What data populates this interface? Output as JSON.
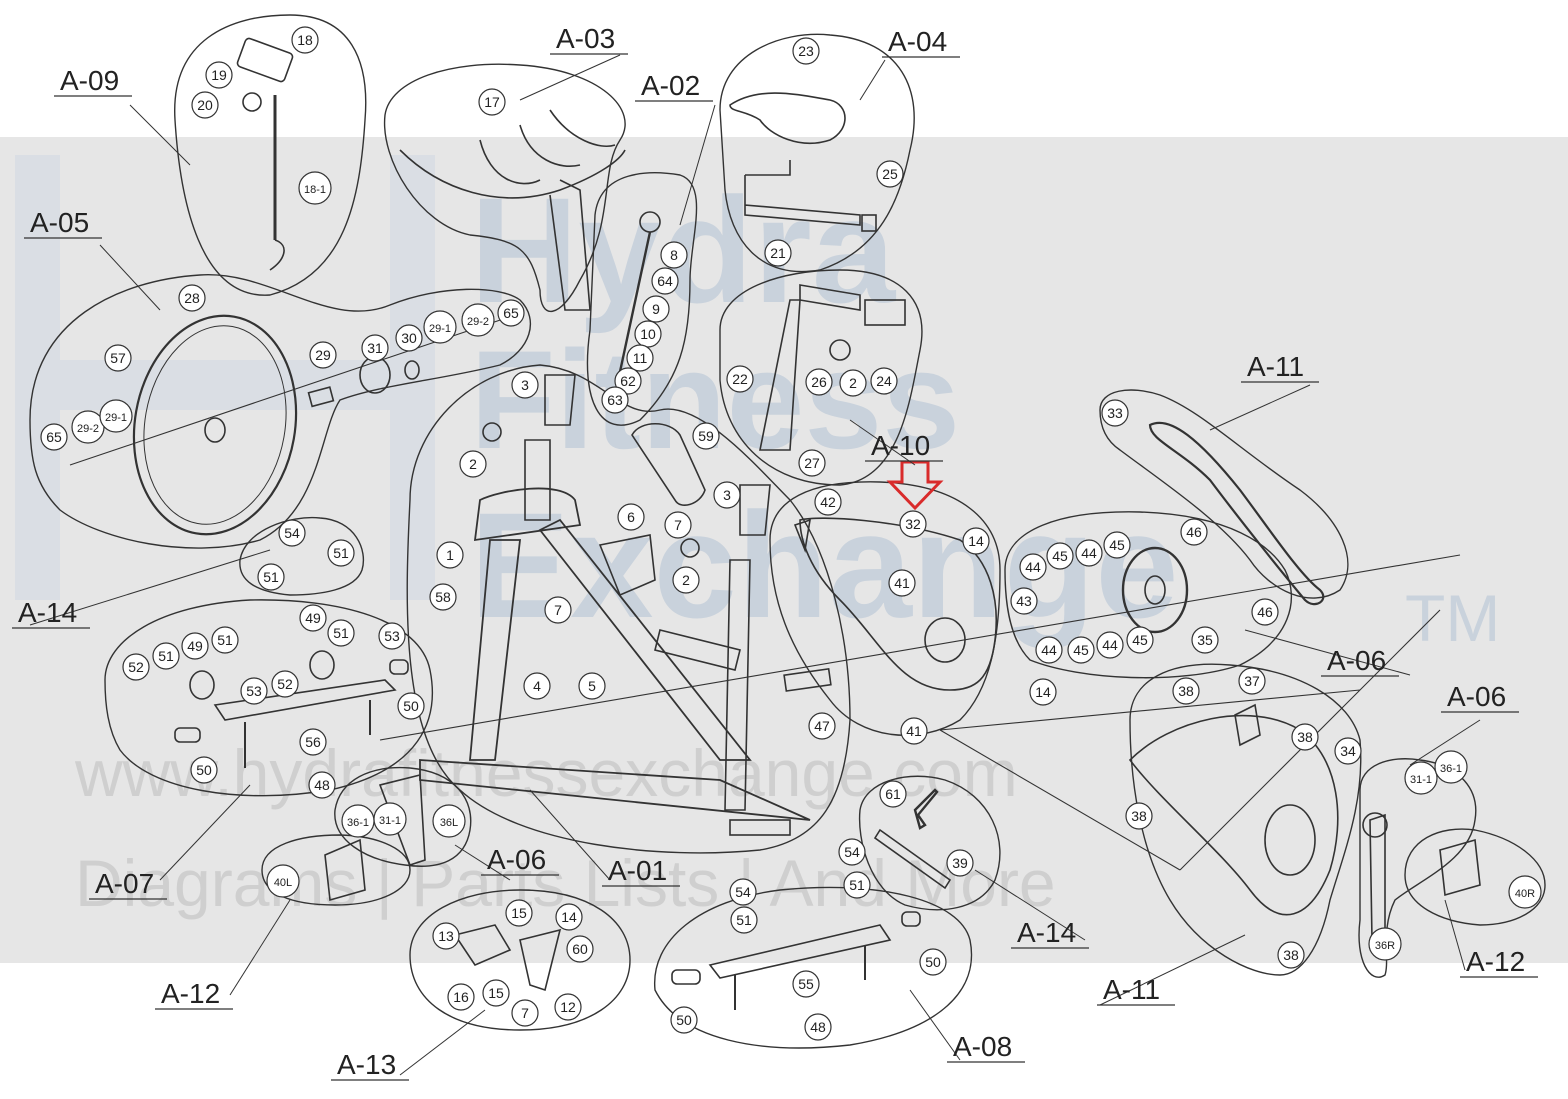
{
  "watermark": {
    "line1": "Hydra",
    "line2": "Fitness",
    "line3": "Exchange",
    "tm": "TM",
    "url": "www.hydrafitnessexchange.com",
    "tagline": "Diagrams | Parts Lists | And More"
  },
  "groups": [
    {
      "label": "A-01"
    },
    {
      "label": "A-02"
    },
    {
      "label": "A-03"
    },
    {
      "label": "A-04"
    },
    {
      "label": "A-05"
    },
    {
      "label": "A-06"
    },
    {
      "label": "A-06"
    },
    {
      "label": "A-06"
    },
    {
      "label": "A-07"
    },
    {
      "label": "A-08"
    },
    {
      "label": "A-09"
    },
    {
      "label": "A-10"
    },
    {
      "label": "A-11"
    },
    {
      "label": "A-11"
    },
    {
      "label": "A-12"
    },
    {
      "label": "A-12"
    },
    {
      "label": "A-13"
    },
    {
      "label": "A-14"
    },
    {
      "label": "A-14"
    }
  ],
  "callouts": [
    "18",
    "19",
    "20",
    "18-1",
    "17",
    "23",
    "25",
    "21",
    "28",
    "57",
    "29",
    "31",
    "30",
    "29-1",
    "29-2",
    "65",
    "29-2",
    "29-1",
    "65",
    "8",
    "64",
    "9",
    "10",
    "11",
    "62",
    "63",
    "22",
    "26",
    "2",
    "24",
    "27",
    "3",
    "2",
    "59",
    "3",
    "6",
    "7",
    "2",
    "1",
    "58",
    "7",
    "4",
    "5",
    "47",
    "42",
    "32",
    "14",
    "41",
    "14",
    "41",
    "33",
    "46",
    "45",
    "44",
    "45",
    "44",
    "43",
    "44",
    "45",
    "44",
    "45",
    "35",
    "46",
    "54",
    "51",
    "51",
    "52",
    "51",
    "49",
    "51",
    "49",
    "51",
    "53",
    "53",
    "52",
    "50",
    "56",
    "50",
    "48",
    "36-1",
    "31-1",
    "36L",
    "40L",
    "13",
    "15",
    "14",
    "60",
    "16",
    "15",
    "12",
    "7",
    "61",
    "39",
    "54",
    "51",
    "54",
    "51",
    "50",
    "55",
    "50",
    "48",
    "38",
    "37",
    "38",
    "34",
    "38",
    "38",
    "31-1",
    "36-1",
    "40R",
    "36R"
  ],
  "indicator": {
    "color": "#d92b2b",
    "icon": "arrow-down-icon"
  }
}
